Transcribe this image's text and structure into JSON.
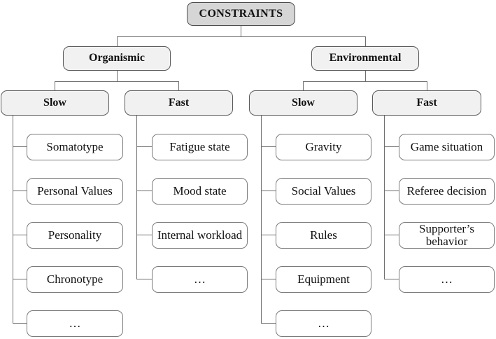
{
  "root": {
    "label": "CONSTRAINTS"
  },
  "branches": [
    {
      "label": "Organismic",
      "groups": [
        {
          "label": "Slow",
          "items": [
            "Somatotype",
            "Personal Values",
            "Personality",
            "Chronotype",
            "…"
          ]
        },
        {
          "label": "Fast",
          "items": [
            "Fatigue state",
            "Mood state",
            "Internal workload",
            "…"
          ]
        }
      ]
    },
    {
      "label": "Environmental",
      "groups": [
        {
          "label": "Slow",
          "items": [
            "Gravity",
            "Social Values",
            "Rules",
            "Equipment",
            "…"
          ]
        },
        {
          "label": "Fast",
          "items": [
            "Game situation",
            "Referee decision",
            "Supporter’s behavior",
            "…"
          ]
        }
      ]
    }
  ],
  "colors": {
    "root_fill": "#d6d6d6",
    "branch_fill": "#f1f1f1",
    "item_fill": "#ffffff",
    "border": "#5a5a5a",
    "connector": "#6e6e6e"
  }
}
